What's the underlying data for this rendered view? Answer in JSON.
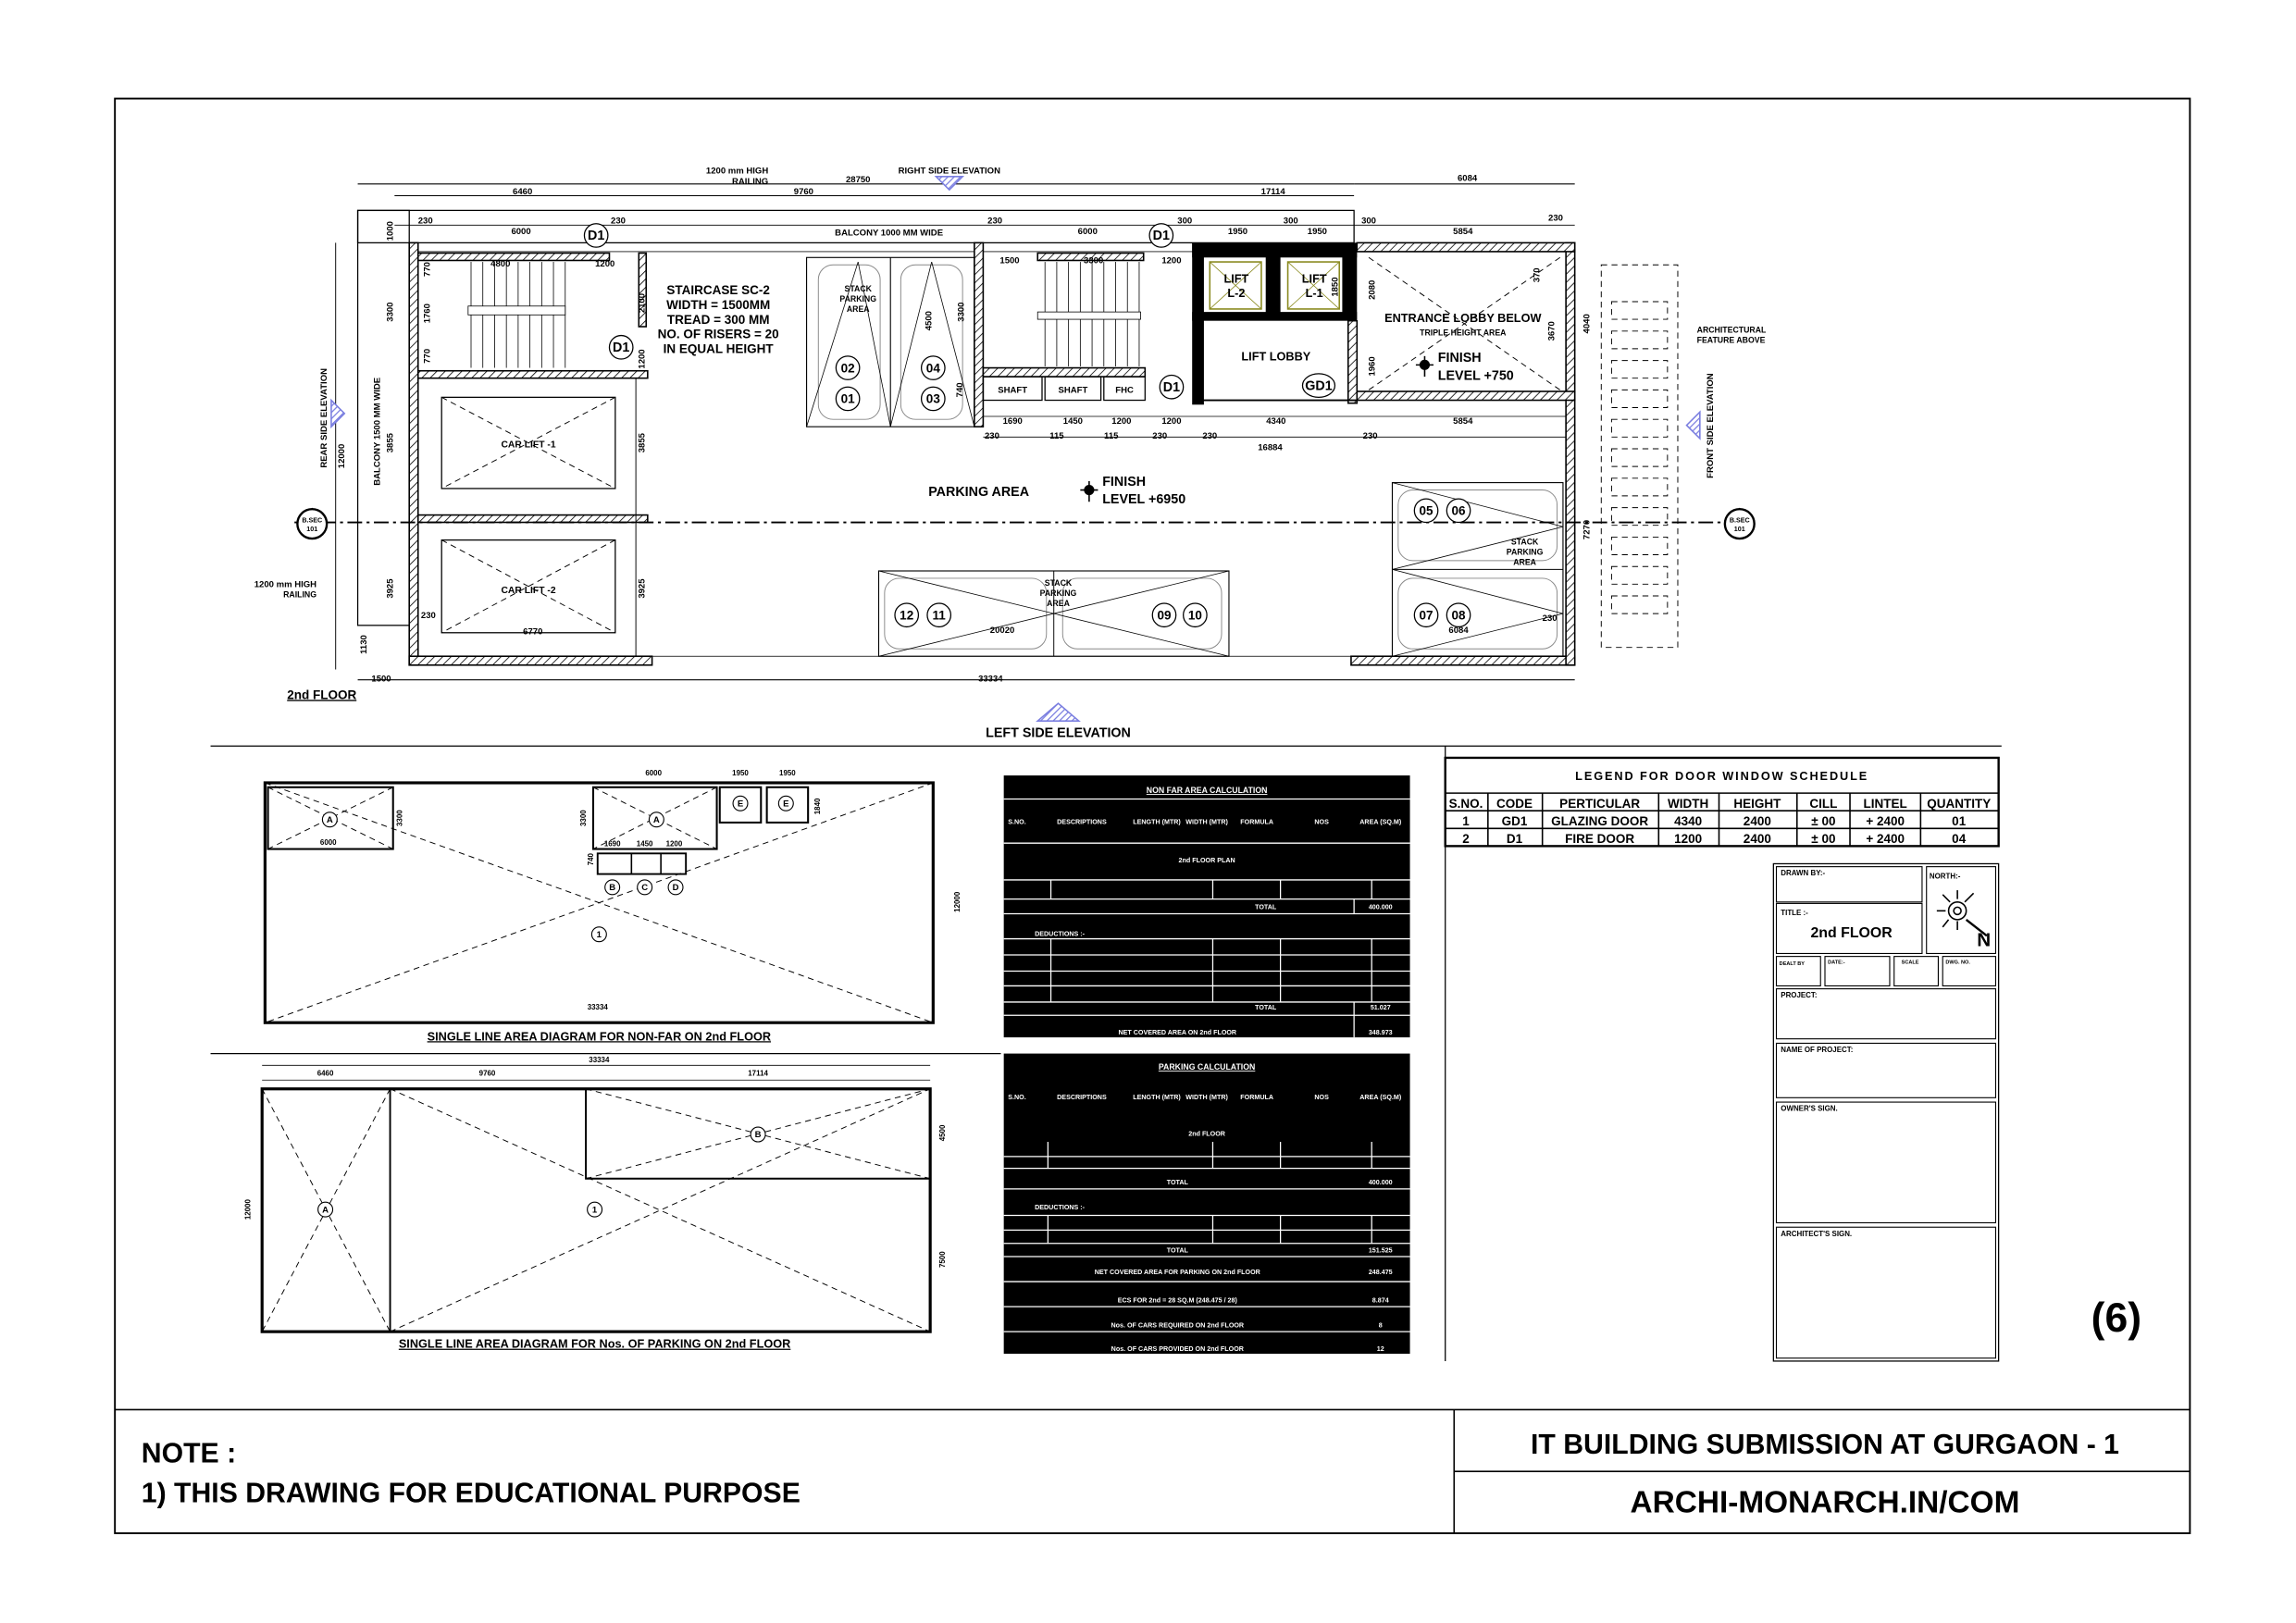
{
  "sheet": {
    "number": "(6)",
    "note_heading": "NOTE :",
    "note_text": "1) THIS DRAWING FOR EDUCATIONAL PURPOSE",
    "project_title": "IT  BUILDING SUBMISSION AT GURGAON - 1",
    "website": "ARCHI-MONARCH.IN/COM"
  },
  "plan": {
    "floor_label": "2nd  FLOOR",
    "elevations": {
      "right": "RIGHT  SIDE  ELEVATION",
      "left": "LEFT SIDE ELEVATION",
      "rear": "REAR  SIDE  ELEVATION",
      "front": "FRONT SIDE ELEVATION"
    },
    "section_tag": {
      "top": "B.SEC",
      "bottom": "101"
    },
    "railing_top": [
      "1200 mm  HIGH",
      "RAILING"
    ],
    "railing_left": [
      "1200 mm HIGH",
      "RAILING"
    ],
    "balcony_top": "BALCONY  1000 MM  WIDE",
    "balcony_left": "BALCONY  1500 MM  WIDE",
    "staircase_note": [
      "STAIRCASE  SC-2",
      "WIDTH = 1500MM",
      "TREAD = 300 MM",
      "NO. OF RISERS = 20",
      "IN EQUAL HEIGHT"
    ],
    "stack_parking": [
      "STACK",
      "PARKING",
      "AREA"
    ],
    "car_lift_1": "CAR  LIFT -1",
    "car_lift_2": "CAR  LIFT -2",
    "lift_1": [
      "LIFT",
      "L-1"
    ],
    "lift_2": [
      "LIFT",
      "L-2"
    ],
    "lift_lobby": "LIFT  LOBBY",
    "entrance_lobby": "ENTRANCE  LOBBY  BELOW",
    "triple_height": "TRIPLE  HEIGHT  AREA",
    "finish_1": [
      "FINISH",
      "LEVEL +750"
    ],
    "finish_2": [
      "FINISH",
      "LEVEL +6950"
    ],
    "parking_area": "PARKING  AREA",
    "shafts": [
      "SHAFT",
      "SHAFT",
      "FHC"
    ],
    "arch_feature": [
      "ARCHITECTURAL",
      "FEATURE  ABOVE"
    ],
    "door_tags": [
      "D1",
      "D1",
      "D1",
      "D1",
      "GD1"
    ],
    "car_numbers": [
      "01",
      "02",
      "03",
      "04",
      "05",
      "06",
      "07",
      "08",
      "09",
      "10",
      "11",
      "12"
    ],
    "dims": {
      "overall": "28750",
      "d6460": "6460",
      "d9760": "9760",
      "d17114": "17114",
      "d6084": "6084",
      "d230": "230",
      "d6000": "6000",
      "d300": "300",
      "d1950": "1950",
      "d5854": "5854",
      "d1500": "1500",
      "d3300": "3300",
      "d1200": "1200",
      "d4800": "4800",
      "d1000": "1000",
      "d770": "770",
      "d1760": "1760",
      "d2100": "2100",
      "d3855": "3855",
      "d3925": "3925",
      "d12000": "12000",
      "d1130": "1130",
      "d1690": "1690",
      "d1450": "1450",
      "d115": "115",
      "d4340": "4340",
      "d16884": "16884",
      "d33334": "33334",
      "d6770": "6770",
      "d20020": "20020",
      "d7270": "7270",
      "d4040": "4040",
      "d2080": "2080",
      "d1960": "1960",
      "d3670": "3670",
      "d370": "370",
      "d1850": "1850",
      "d4500": "4500",
      "d740": "740"
    }
  },
  "diagrams": {
    "non_far_title": "SINGLE  LINE  AREA  DIAGRAM  FOR  NON-FAR  ON  2nd  FLOOR",
    "parking_title": "SINGLE  LINE  AREA  DIAGRAM  FOR  Nos. OF PARKING  ON  2nd  FLOOR",
    "tags": [
      "A",
      "A",
      "B",
      "C",
      "D",
      "E",
      "E",
      "1",
      "A",
      "B",
      "1"
    ],
    "d1840": "1840",
    "d7500": "7500"
  },
  "non_far_calc": {
    "title": "NON FAR AREA CALCULATION",
    "headers": [
      "S.NO.",
      "DESCRIPTIONS",
      "LENGTH (MTR)",
      "WIDTH (MTR)",
      "FORMULA",
      "NOS",
      "AREA (SQ.M)"
    ],
    "subheading": "2nd  FLOOR PLAN",
    "total_label": "TOTAL",
    "total_1": "400.000",
    "deductions": "DEDUCTIONS :-",
    "total_2": "51.027",
    "net_label": "NET COVERED AREA ON 2nd FLOOR",
    "net_value": "348.973"
  },
  "parking_calc": {
    "title": "PARKING CALCULATION",
    "headers": [
      "S.NO.",
      "DESCRIPTIONS",
      "LENGTH (MTR)",
      "WIDTH (MTR)",
      "FORMULA",
      "NOS",
      "AREA (SQ.M)"
    ],
    "subheading": "2nd  FLOOR",
    "total_label": "TOTAL",
    "total_1": "400.000",
    "deductions": "DEDUCTIONS :-",
    "total_2": "151.525",
    "rows": [
      {
        "label": "NET COVERED AREA FOR PARKING ON 2nd FLOOR",
        "value": "248.475"
      },
      {
        "label": "ECS FOR 2nd = 28 SQ.M   (248.475 / 28)",
        "value": "8.874"
      },
      {
        "label": "Nos. OF CARS REQUIRED ON 2nd FLOOR",
        "value": "8"
      },
      {
        "label": "Nos. OF CARS PROVIDED ON 2nd FLOOR",
        "value": "12"
      }
    ]
  },
  "door_schedule": {
    "title": "LEGEND  FOR  DOOR  WINDOW  SCHEDULE",
    "headers": [
      "S.NO.",
      "CODE",
      "PERTICULAR",
      "WIDTH",
      "HEIGHT",
      "CILL",
      "LINTEL",
      "QUANTITY"
    ],
    "rows": [
      [
        "1",
        "GD1",
        "GLAZING DOOR",
        "4340",
        "2400",
        "± 00",
        "+ 2400",
        "01"
      ],
      [
        "2",
        "D1",
        "FIRE  DOOR",
        "1200",
        "2400",
        "± 00",
        "+ 2400",
        "04"
      ]
    ]
  },
  "title_block": {
    "drawn_by": "DRAWN BY:-",
    "north": "NORTH:-",
    "north_letter": "N",
    "title_label": "TITLE :-",
    "title_value": "2nd  FLOOR",
    "dealt_by": "DEALT BY",
    "date": "DATE:-",
    "scale": "SCALE",
    "dwg_no": "DWG. NO.",
    "project": "PROJECT:",
    "name_of_project": "NAME OF PROJECT:",
    "owners_sign": "OWNER'S  SIGN.",
    "architects_sign": "ARCHITECT'S SIGN."
  },
  "colors": {
    "elevation_marker": "#7b7fe0",
    "lift_outline": "#8a8a20"
  }
}
